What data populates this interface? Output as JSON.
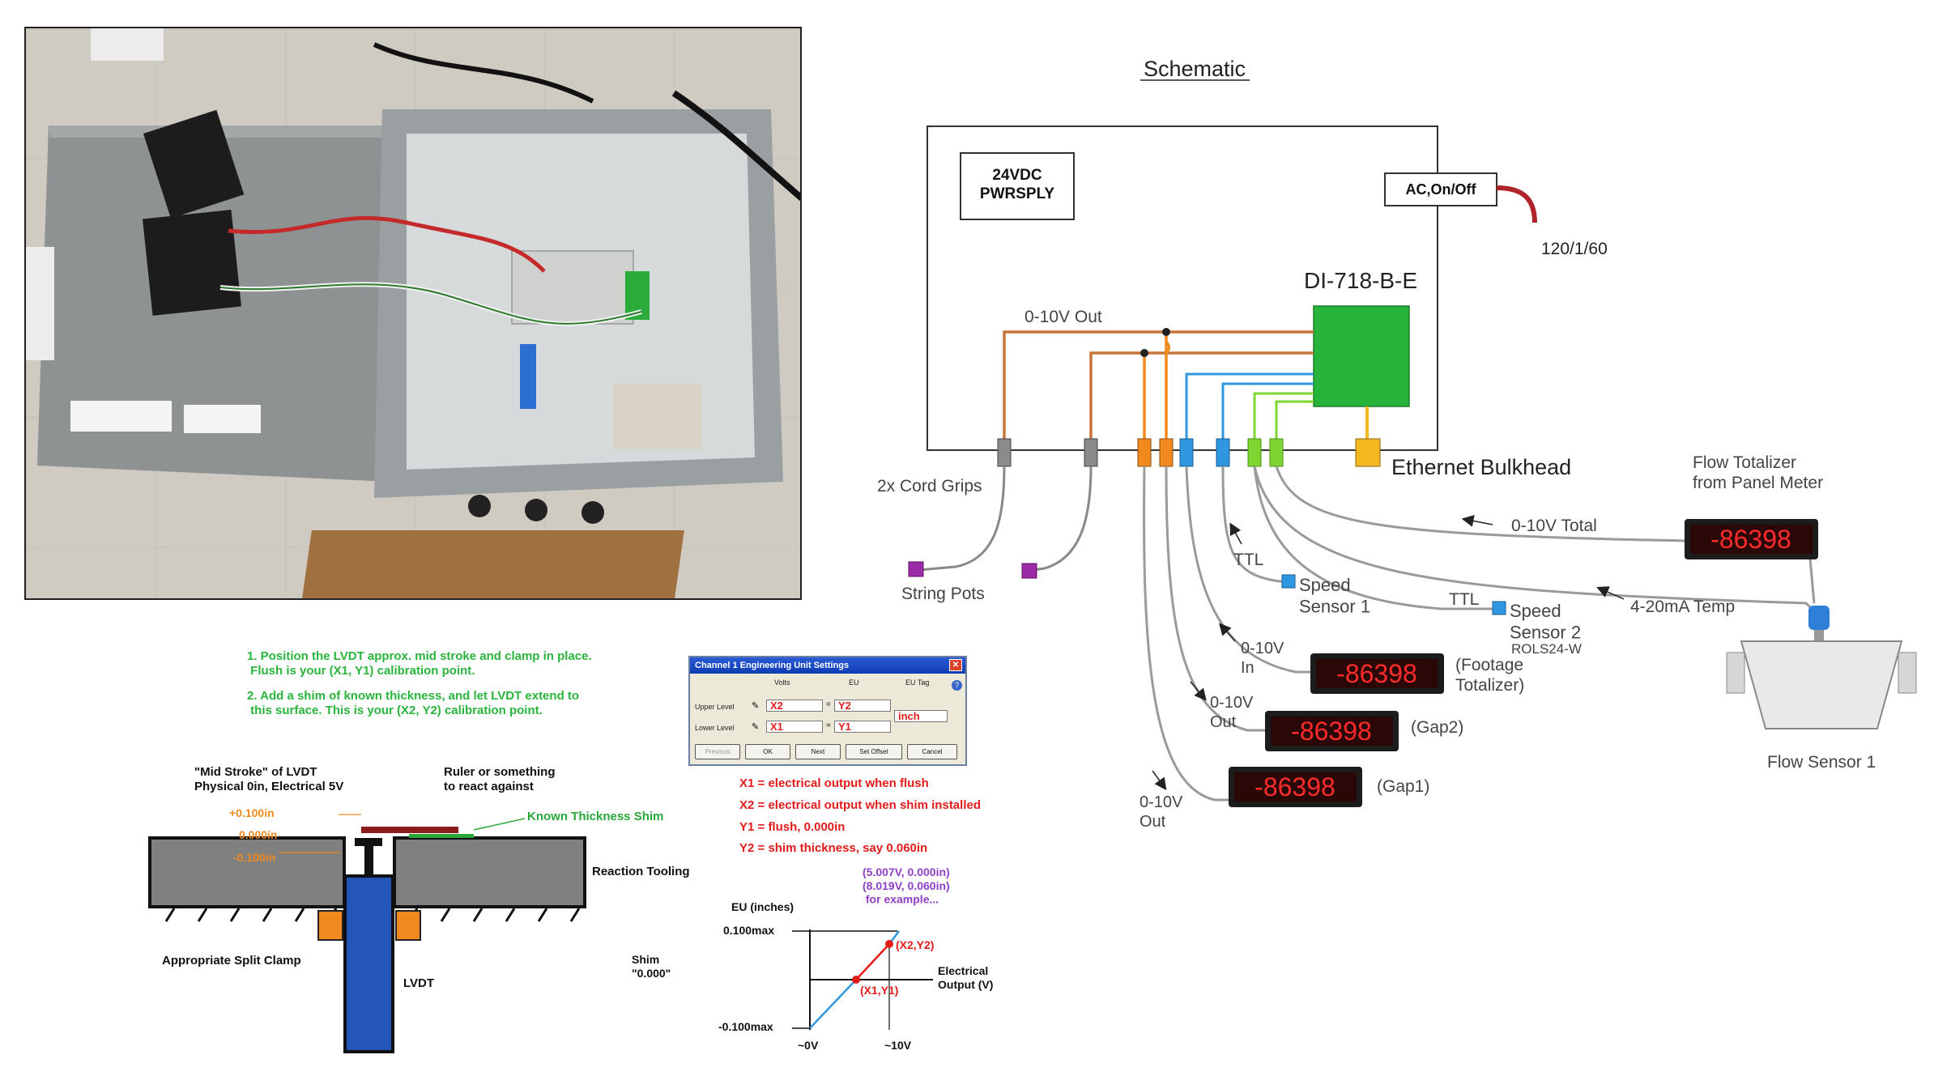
{
  "schematic": {
    "title": "Schematic",
    "power_supply": "24VDC\nPWRSPLY",
    "ac_switch": "AC,On/Off",
    "mains_rating": "120/1/60",
    "device": "DI-718-B-E",
    "analog_out": "0-10V Out",
    "cord_grips": "2x Cord Grips",
    "ethernet": "Ethernet Bulkhead",
    "string_pots": "String Pots",
    "ttl_1": "TTL",
    "speed_sensor_1": "Speed\nSensor 1",
    "ttl_2": "TTL",
    "speed_sensor_2": "Speed\nSensor 2",
    "speed_sensor_2_model": "ROLS24-W",
    "in_label": "0-10V\nIn",
    "out_label_1": "0-10V\nOut",
    "out_label_2": "0-10V\nOut",
    "total_label": "0-10V Total",
    "temp_label": "4-20mA Temp",
    "flow_totalizer": "Flow Totalizer\nfrom Panel Meter",
    "flow_sensor": "Flow Sensor 1",
    "meter_reading": "-86398",
    "meter_footage": "(Footage\nTotalizer)",
    "meter_gap2": "(Gap2)",
    "meter_gap1": "(Gap1)"
  },
  "instructions": {
    "step1": "1.  Position the LVDT approx. mid stroke and clamp in place.\n     Flush is your (X1, Y1) calibration point.",
    "step2": "2.  Add a shim of known thickness, and let LVDT extend to\n     this surface.  This is your (X2, Y2) calibration point."
  },
  "lvdt": {
    "mid_stroke": "\"Mid Stroke\" of LVDT\nPhysical 0in, Electrical 5V",
    "ruler": "Ruler or something\nto react against",
    "plus": "+0.100in",
    "zero": "0.000in",
    "minus": "-0.100in",
    "shim_label": "Known Thickness Shim",
    "reaction_tooling": "Reaction Tooling",
    "split_clamp": "Appropriate Split Clamp",
    "lvdt_label": "LVDT",
    "shim_value": "Shim\n\"0.000\""
  },
  "dialog": {
    "title": "Channel 1 Engineering Unit Settings",
    "col_volts": "Volts",
    "col_eu": "EU",
    "col_eu_tag": "EU Tag",
    "upper_label": "Upper Level",
    "lower_label": "Lower Level",
    "upper_volts": "X2",
    "upper_eu": "Y2",
    "lower_volts": "X1",
    "lower_eu": "Y1",
    "eu_tag": "inch",
    "btn_previous": "Previous",
    "btn_ok": "OK",
    "btn_next": "Next",
    "btn_offset": "Set Offset",
    "btn_cancel": "Cancel"
  },
  "legend": {
    "x1": "X1 = electrical output when flush",
    "x2": "X2 = electrical output when shim installed",
    "y1": "Y1 = flush, 0.000in",
    "y2": "Y2 = shim thickness, say 0.060in"
  },
  "graph": {
    "example": "(5.007V, 0.000in)\n(8.019V, 0.060in)\n     for example...",
    "y_axis": "EU (inches)",
    "y_max": "0.100max",
    "y_min": "-0.100max",
    "x_axis": "Electrical\nOutput (V)",
    "x_min": "~0V",
    "x_max": "~10V",
    "p1": "(X1,Y1)",
    "p2": "(X2,Y2)"
  },
  "colors": {
    "orange": "#c8733a",
    "bright_orange": "#f08a1e",
    "blue": "#2f97e0",
    "green": "#7fd632",
    "yellow": "#f3b81f",
    "device_green": "#26b53a",
    "purple": "#9c2ba8",
    "lvdt_blue": "#2455b8"
  }
}
